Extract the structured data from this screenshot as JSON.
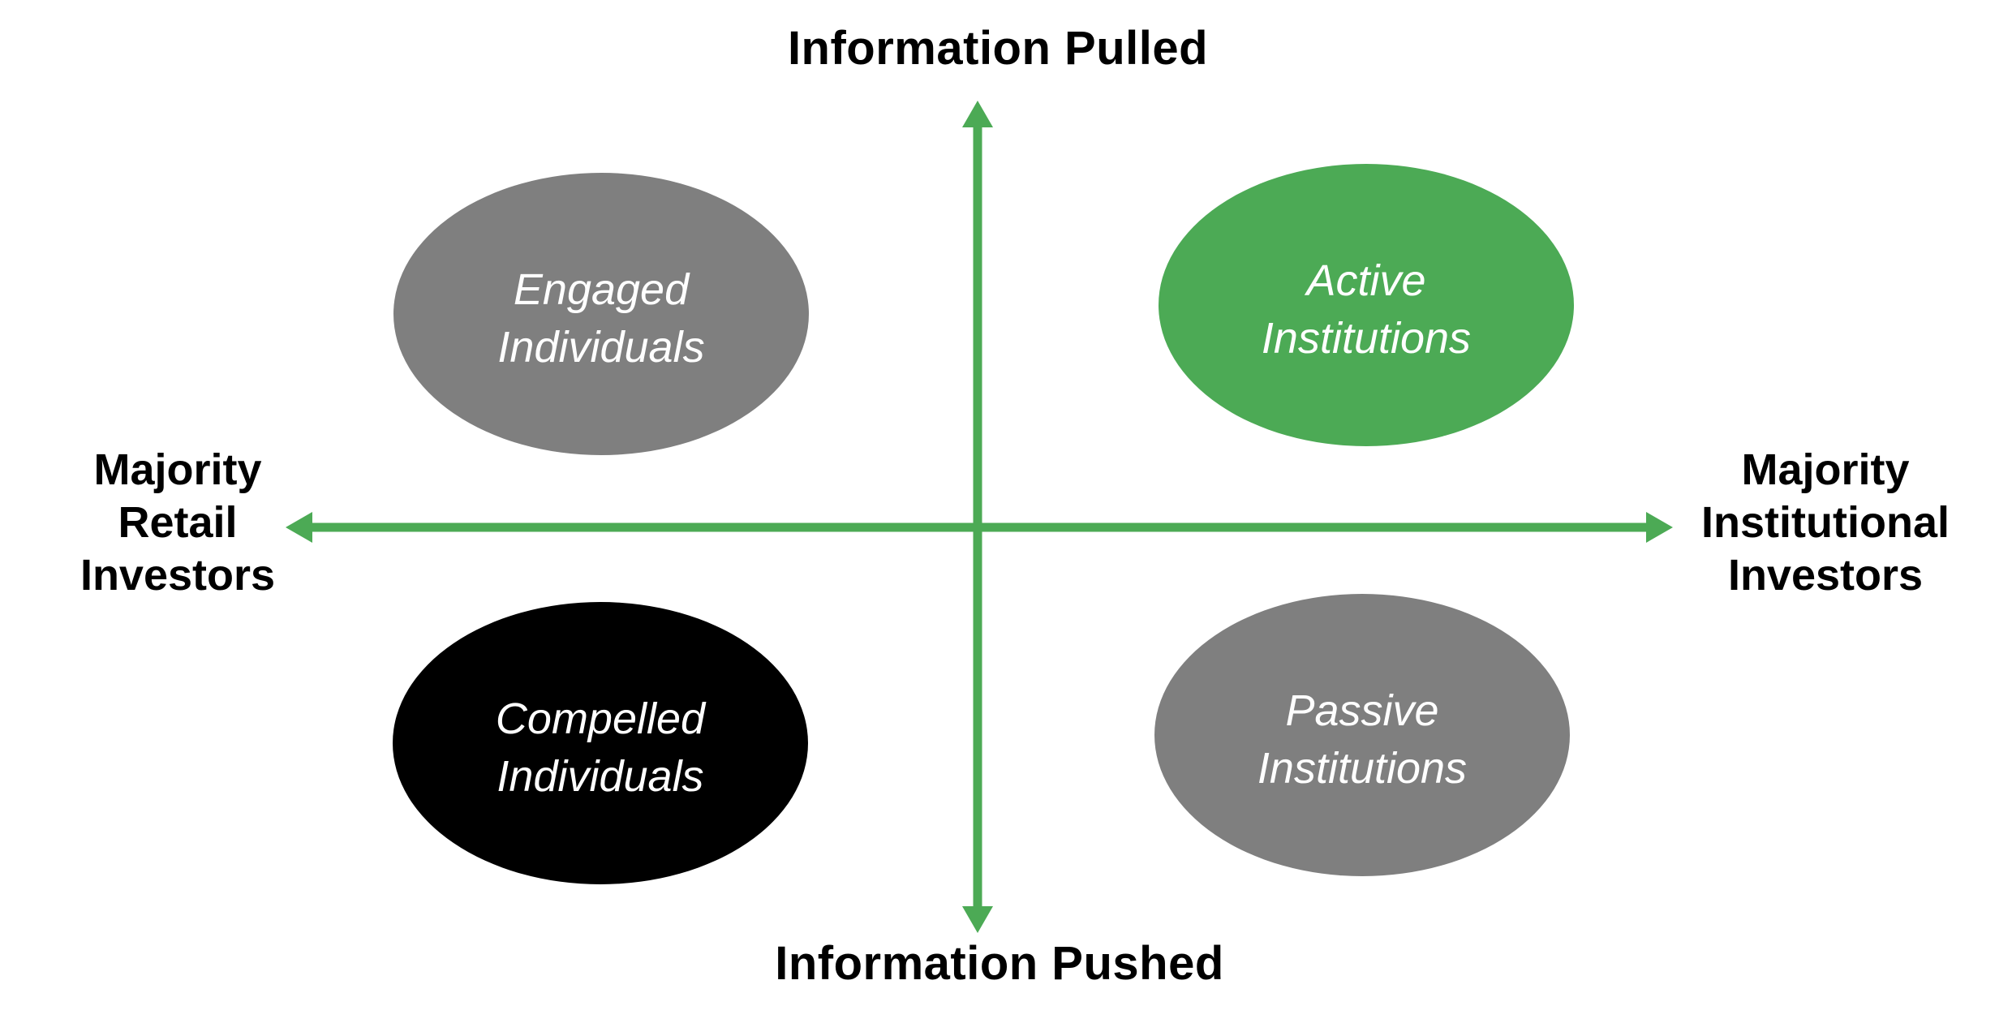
{
  "diagram": {
    "y_axis": {
      "positive_label": "Information Pulled",
      "negative_label": "Information Pushed"
    },
    "x_axis": {
      "negative_label": "Majority\nRetail\nInvestors",
      "positive_label": "Majority\nInstitutional\nInvestors"
    },
    "quadrants": [
      {
        "position": "top-left",
        "label": "Engaged\nIndividuals",
        "fill": "#7f7f7f"
      },
      {
        "position": "top-right",
        "label": "Active\nInstitutions",
        "fill": "#4caa55"
      },
      {
        "position": "bottom-left",
        "label": "Compelled\nIndividuals",
        "fill": "#000000"
      },
      {
        "position": "bottom-right",
        "label": "Passive\nInstitutions",
        "fill": "#7f7f7f"
      }
    ],
    "colors": {
      "axis": "#4caa55",
      "label_text": "#000000",
      "ellipse_text": "#ffffff",
      "background": "#ffffff"
    }
  }
}
